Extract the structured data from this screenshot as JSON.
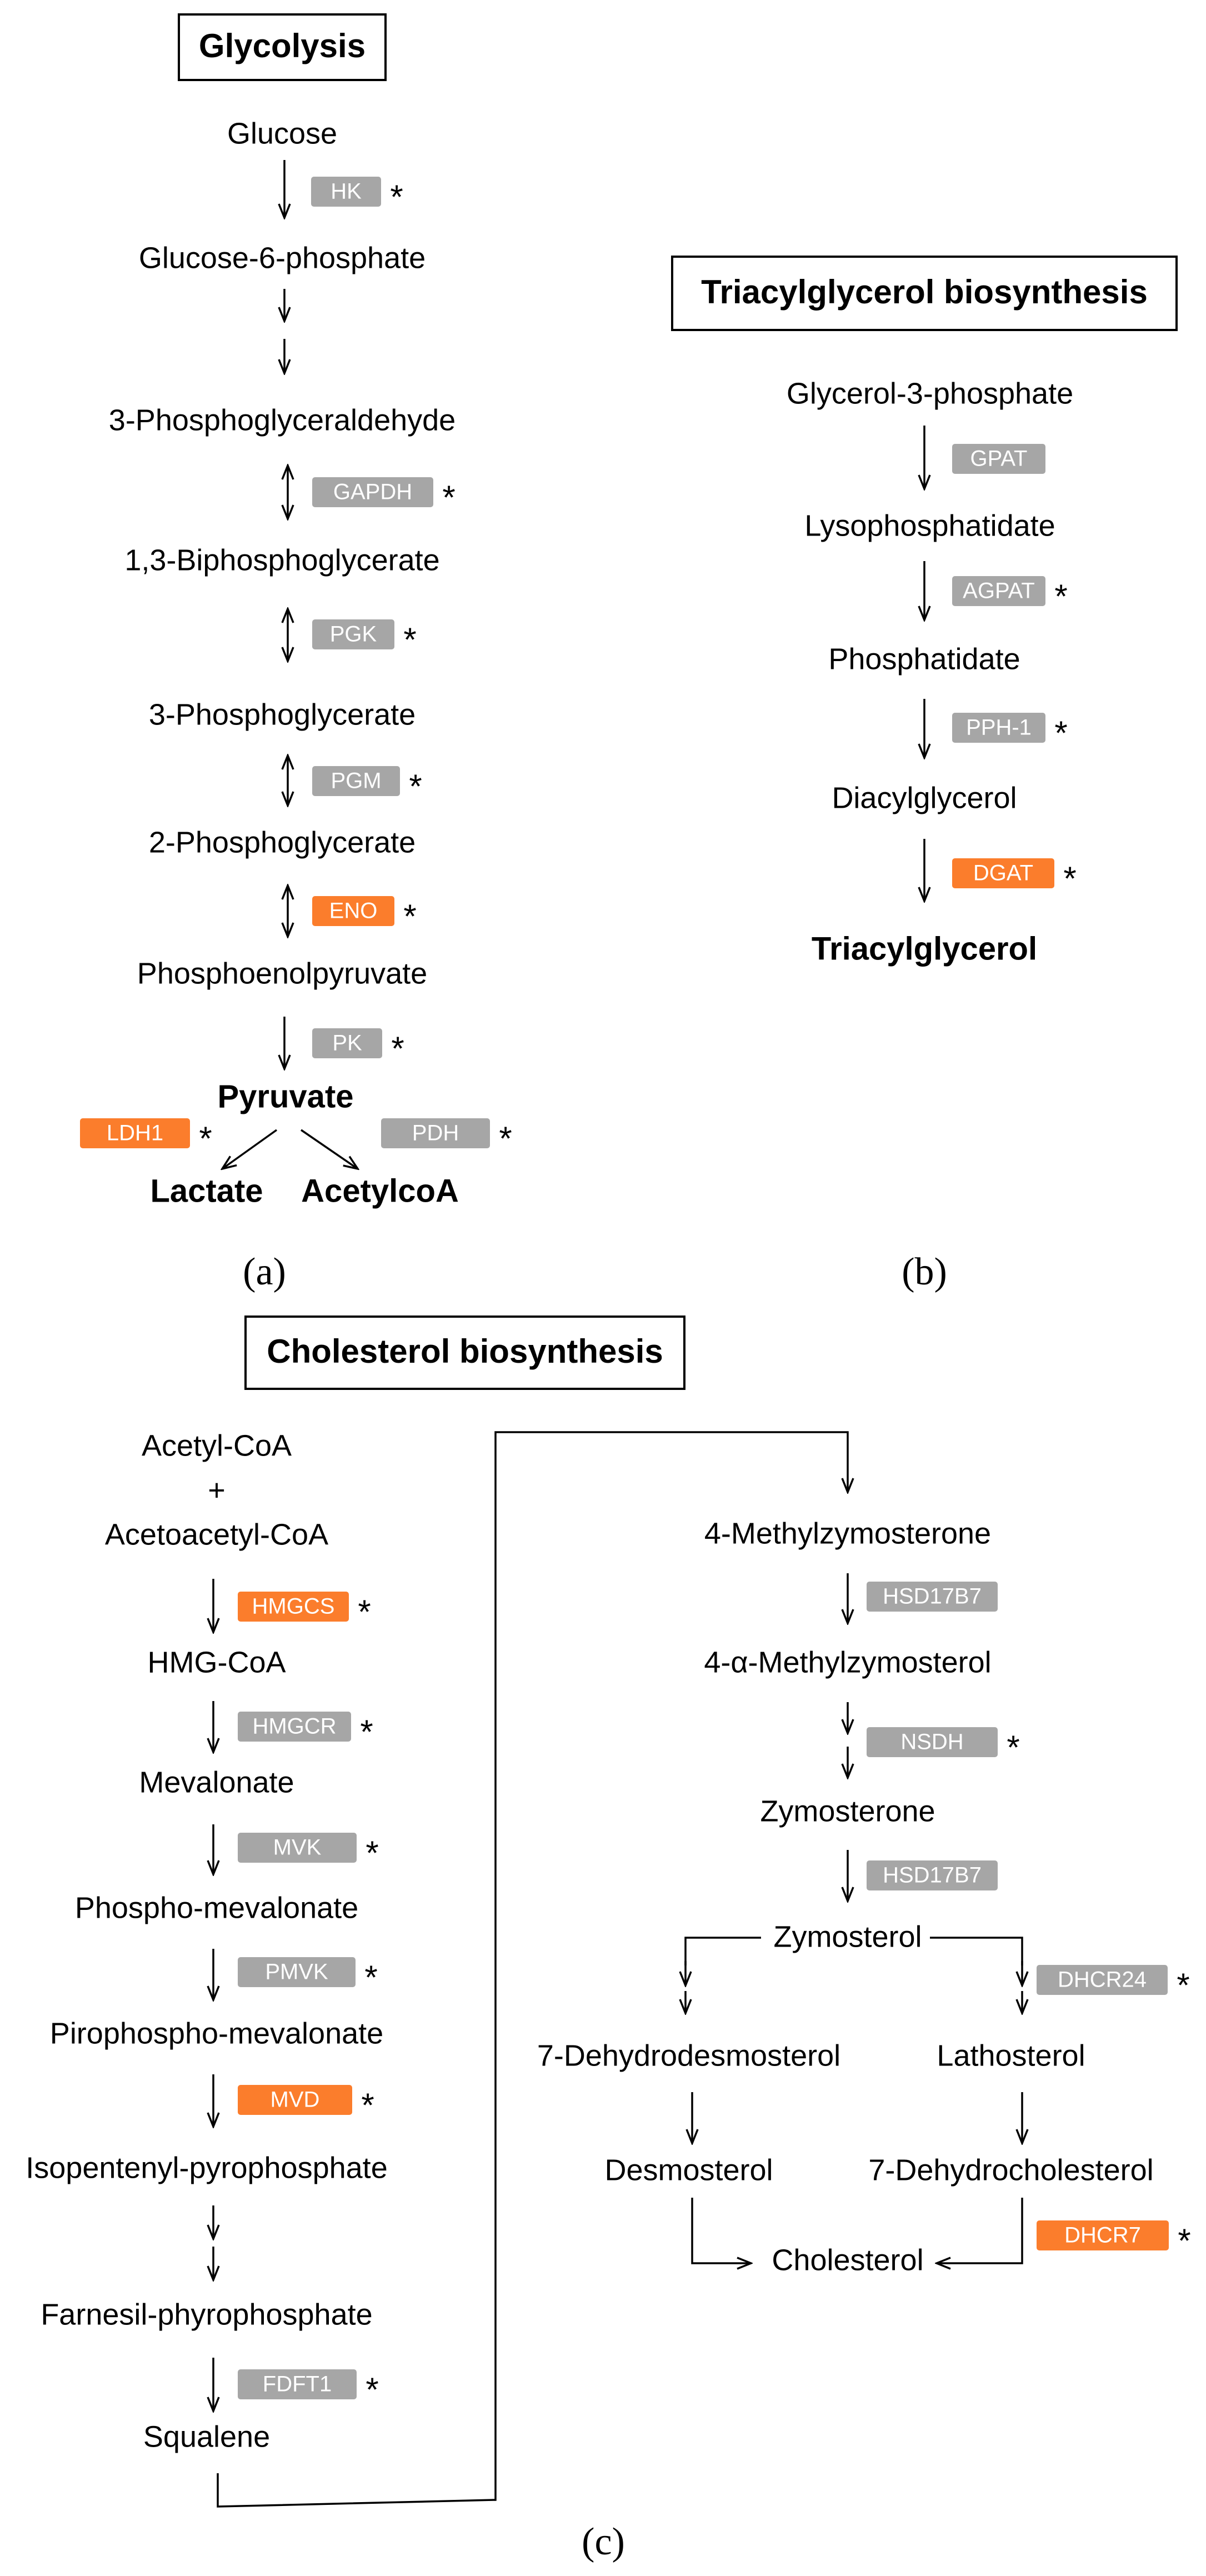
{
  "colors": {
    "enzyme_gray": "#a6a6a6",
    "enzyme_orange": "#fb7d2c",
    "enzyme_text": "#ffffff",
    "text": "#000000"
  },
  "panels": {
    "a": "(a)",
    "b": "(b)",
    "c": "(c)"
  },
  "glycolysis": {
    "title": "Glycolysis",
    "metabolites": [
      "Glucose",
      "Glucose-6-phosphate",
      "3-Phosphoglyceraldehyde",
      "1,3-Biphosphoglycerate",
      "3-Phosphoglycerate",
      "2-Phosphoglycerate",
      "Phosphoenolpyruvate",
      "Pyruvate",
      "Lactate",
      "AcetylcoA"
    ],
    "enzymes": [
      {
        "name": "HK",
        "color": "gray",
        "marked": true
      },
      {
        "name": "GAPDH",
        "color": "gray",
        "marked": true
      },
      {
        "name": "PGK",
        "color": "gray",
        "marked": true
      },
      {
        "name": "PGM",
        "color": "gray",
        "marked": true
      },
      {
        "name": "ENO",
        "color": "orange",
        "marked": true
      },
      {
        "name": "PK",
        "color": "gray",
        "marked": true
      },
      {
        "name": "LDH1",
        "color": "orange",
        "marked": true
      },
      {
        "name": "PDH",
        "color": "gray",
        "marked": true
      }
    ]
  },
  "triacylglycerol": {
    "title": "Triacylglycerol biosynthesis",
    "metabolites": [
      "Glycerol-3-phosphate",
      "Lysophosphatidate",
      "Phosphatidate",
      "Diacylglycerol",
      "Triacylglycerol"
    ],
    "enzymes": [
      {
        "name": "GPAT",
        "color": "gray",
        "marked": false
      },
      {
        "name": "AGPAT",
        "color": "gray",
        "marked": true
      },
      {
        "name": "PPH-1",
        "color": "gray",
        "marked": true
      },
      {
        "name": "DGAT",
        "color": "orange",
        "marked": true
      }
    ]
  },
  "cholesterol": {
    "title": "Cholesterol biosynthesis",
    "left_metabolites": [
      "Acetyl-CoA",
      "+",
      "Acetoacetyl-CoA",
      "HMG-CoA",
      "Mevalonate",
      "Phospho-mevalonate",
      "Pirophospho-mevalonate",
      "Isopentenyl-pyrophosphate",
      "Farnesil-phyrophosphate",
      "Squalene"
    ],
    "right_metabolites": [
      "4-Methylzymosterone",
      "4-α-Methylzymosterol",
      "Zymosterone",
      "Zymosterol",
      "7-Dehydrodesmosterol",
      "Lathosterol",
      "Desmosterol",
      "7-Dehydrocholesterol",
      "Cholesterol"
    ],
    "enzymes": [
      {
        "name": "HMGCS",
        "color": "orange",
        "marked": true
      },
      {
        "name": "HMGCR",
        "color": "gray",
        "marked": true
      },
      {
        "name": "MVK",
        "color": "gray",
        "marked": true
      },
      {
        "name": "PMVK",
        "color": "gray",
        "marked": true
      },
      {
        "name": "MVD",
        "color": "orange",
        "marked": true
      },
      {
        "name": "FDFT1",
        "color": "gray",
        "marked": true
      },
      {
        "name": "HSD17B7",
        "color": "gray",
        "marked": false
      },
      {
        "name": "NSDH",
        "color": "gray",
        "marked": true
      },
      {
        "name": "HSD17B7",
        "color": "gray",
        "marked": false
      },
      {
        "name": "DHCR24",
        "color": "gray",
        "marked": true
      },
      {
        "name": "DHCR7",
        "color": "orange",
        "marked": true
      }
    ]
  },
  "significance_mark": "*"
}
